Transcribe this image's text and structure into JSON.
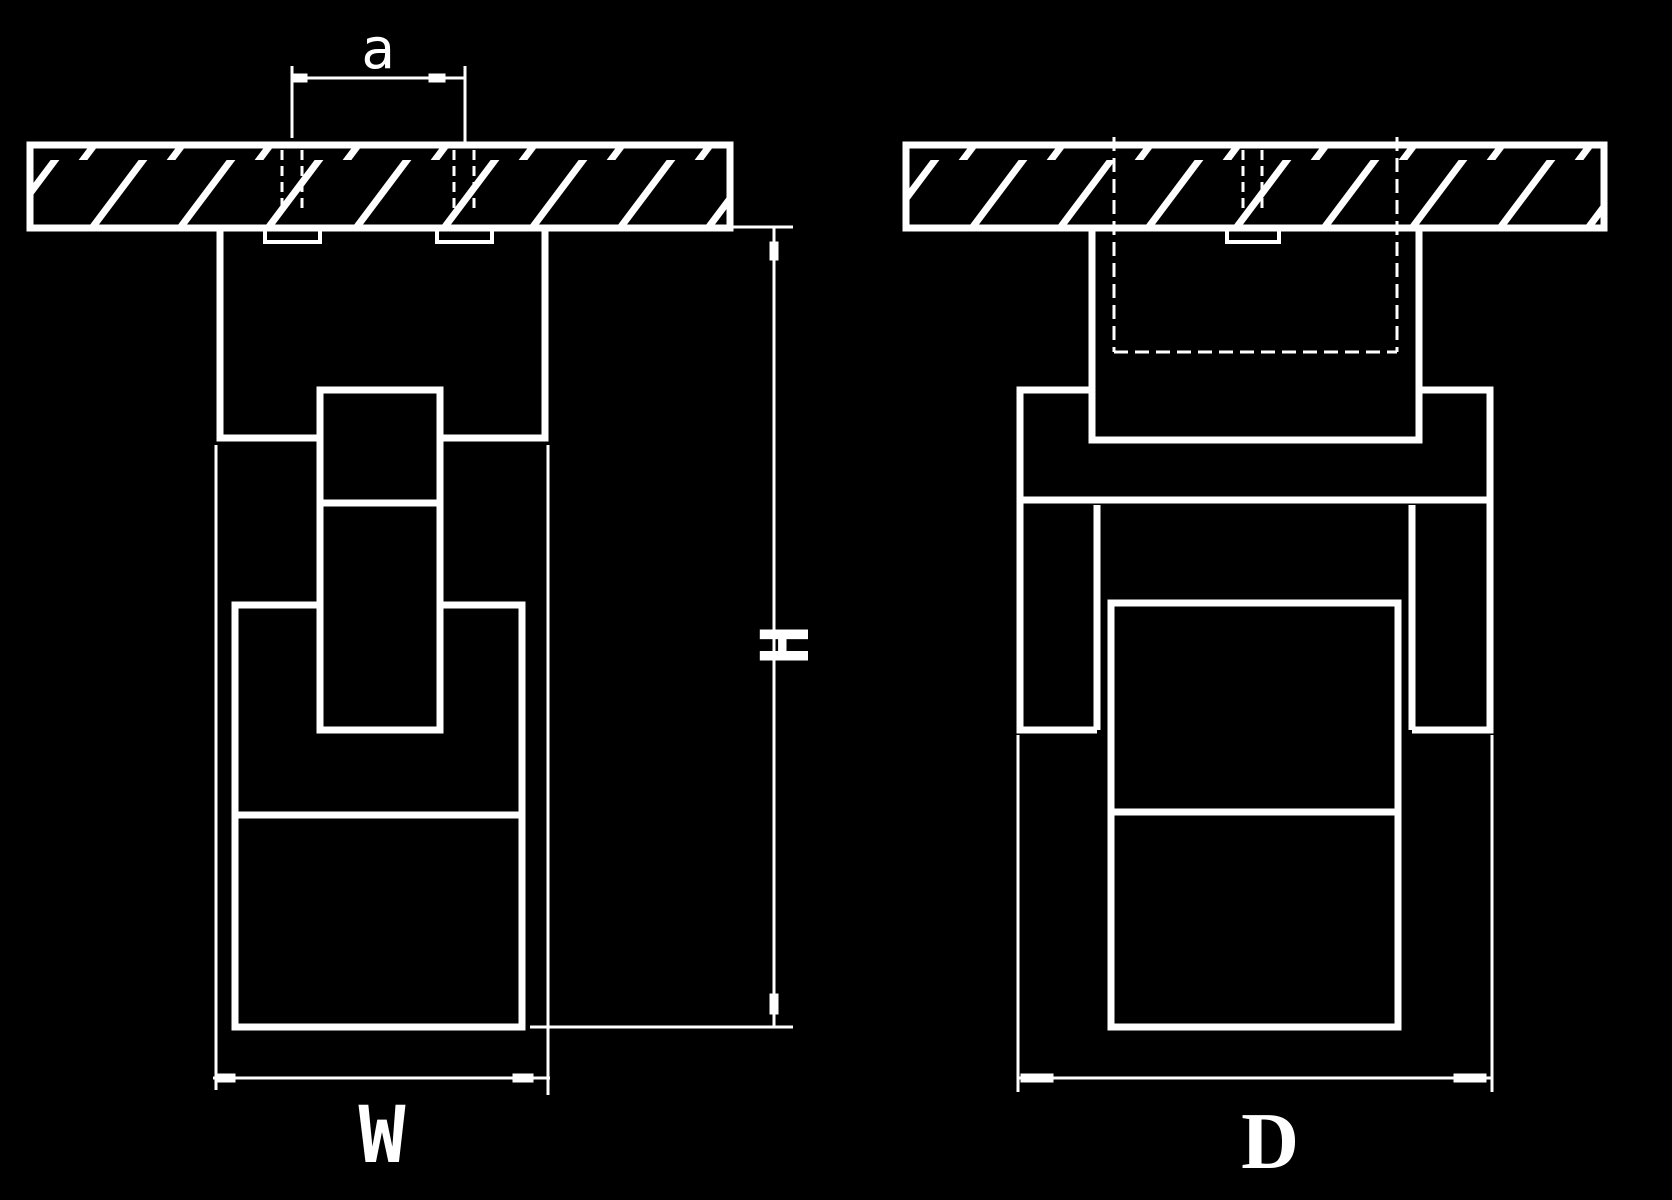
{
  "colors": {
    "background": "#000000",
    "line": "#ffffff"
  },
  "labels": {
    "a": "a",
    "height": "H",
    "width": "W",
    "depth": "D"
  }
}
